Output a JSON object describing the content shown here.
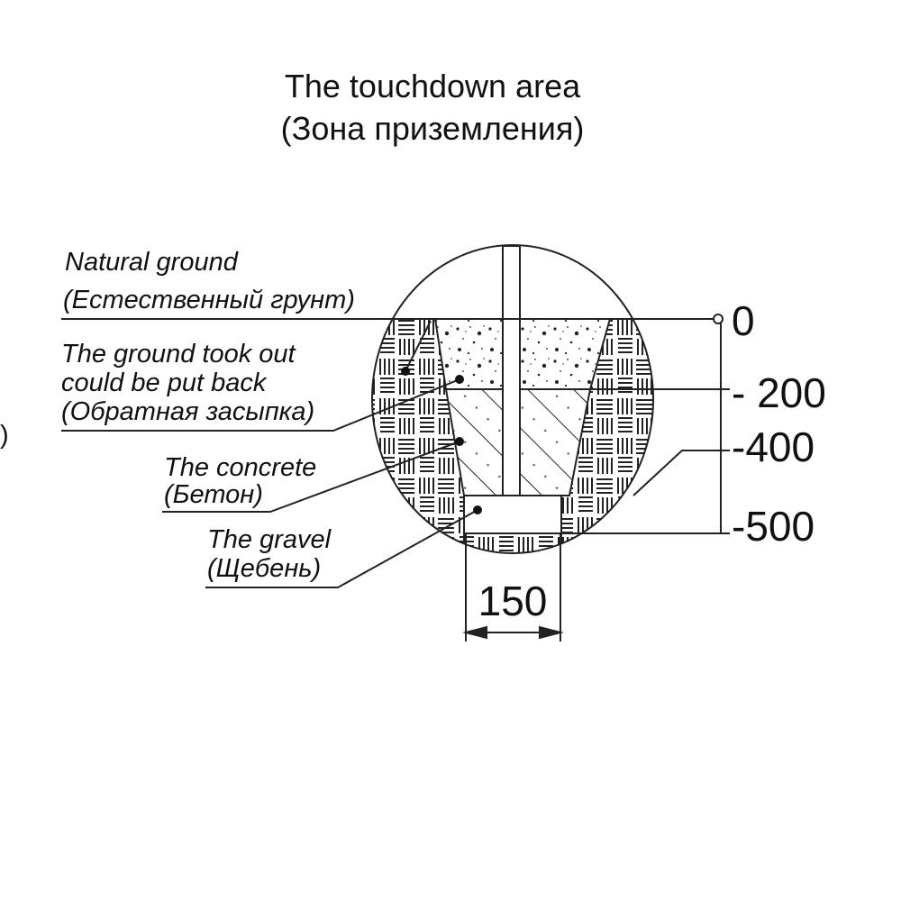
{
  "title": {
    "line1": "The touchdown area",
    "line2": "(Зона приземления)"
  },
  "labels": {
    "natural_ground": {
      "en": "Natural ground",
      "ru": "(Естественный грунт)"
    },
    "backfill": {
      "en1": "The ground took out",
      "en2": "could be put back",
      "ru": "(Обратная засыпка)"
    },
    "concrete": {
      "en": "The concrete",
      "ru": "(Бетон)"
    },
    "gravel": {
      "en": "The gravel",
      "ru": "(Щебень)"
    },
    "stray": ")"
  },
  "levels": {
    "l0": "0",
    "l200": "- 200",
    "l400": "-400",
    "l500": "-500"
  },
  "width_dim": "150"
}
